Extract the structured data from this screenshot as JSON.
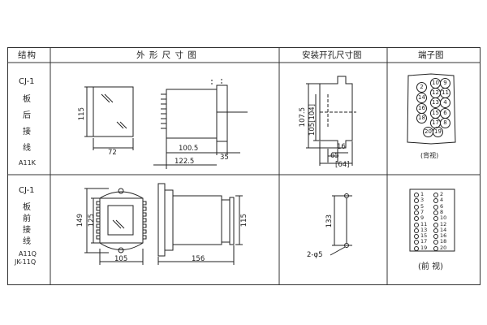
{
  "header": {
    "col_structure": "结构",
    "col_outline": "外 形 尺 寸 图",
    "col_cutout": "安装开孔尺寸图",
    "col_terminal": "端子图"
  },
  "rows": [
    {
      "model": "CJ-1",
      "mount_chars": [
        "板",
        "后",
        "接",
        "线"
      ],
      "code": "A11K",
      "outline": {
        "d115": "115",
        "d72": "72",
        "d100_5": "100.5",
        "d35": "35",
        "d122_5": "122.5"
      },
      "cutout": {
        "d107_5": "107.5",
        "d105": "105[104]",
        "d16": "16",
        "d65": "65",
        "d64": "[64]"
      },
      "terminal": {
        "numbers": [
          "10",
          "9",
          "2",
          "12",
          "11",
          "14",
          "13",
          "4",
          "16",
          "15",
          "6",
          "18",
          "17",
          "8",
          "20",
          "19"
        ],
        "caption": "(背视)"
      }
    },
    {
      "model": "CJ-1",
      "mount_chars": [
        "板",
        "前",
        "接",
        "线"
      ],
      "code": "A11Q",
      "code2": "JK-11Q",
      "outline": {
        "d149": "149",
        "d125": "125",
        "d105": "105",
        "d156": "156",
        "d115": "115"
      },
      "cutout": {
        "d133": "133",
        "hole": "2-φ5"
      },
      "terminal": {
        "left": [
          "1",
          "3",
          "5",
          "7",
          "9",
          "11",
          "13",
          "15",
          "17",
          "19"
        ],
        "right": [
          "2",
          "4",
          "6",
          "8",
          "10",
          "12",
          "14",
          "16",
          "18",
          "20"
        ],
        "caption": "(前 视)"
      }
    }
  ]
}
